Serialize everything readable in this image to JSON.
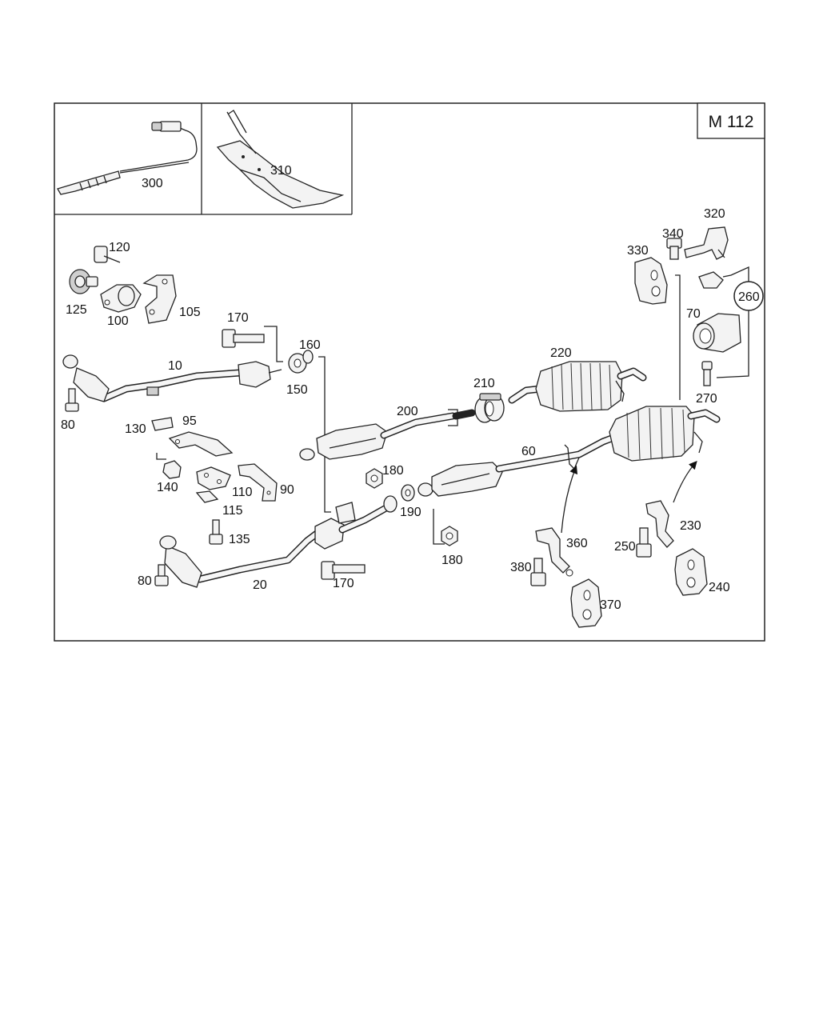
{
  "model_code": "M 112",
  "callouts": [
    {
      "id": "c300",
      "text": "300"
    },
    {
      "id": "c310",
      "text": "310"
    },
    {
      "id": "c120",
      "text": "120"
    },
    {
      "id": "c125",
      "text": "125"
    },
    {
      "id": "c100",
      "text": "100"
    },
    {
      "id": "c105",
      "text": "105"
    },
    {
      "id": "c170a",
      "text": "170"
    },
    {
      "id": "c160",
      "text": "160"
    },
    {
      "id": "c150",
      "text": "150"
    },
    {
      "id": "c10",
      "text": "10"
    },
    {
      "id": "c80a",
      "text": "80"
    },
    {
      "id": "c130",
      "text": "130"
    },
    {
      "id": "c95",
      "text": "95"
    },
    {
      "id": "c140",
      "text": "140"
    },
    {
      "id": "c110",
      "text": "110"
    },
    {
      "id": "c90",
      "text": "90"
    },
    {
      "id": "c115",
      "text": "115"
    },
    {
      "id": "c135",
      "text": "135"
    },
    {
      "id": "c80b",
      "text": "80"
    },
    {
      "id": "c20",
      "text": "20"
    },
    {
      "id": "c170b",
      "text": "170"
    },
    {
      "id": "c180a",
      "text": "180"
    },
    {
      "id": "c190",
      "text": "190"
    },
    {
      "id": "c180b",
      "text": "180"
    },
    {
      "id": "c200",
      "text": "200"
    },
    {
      "id": "c210",
      "text": "210"
    },
    {
      "id": "c220",
      "text": "220"
    },
    {
      "id": "c60",
      "text": "60"
    },
    {
      "id": "c330",
      "text": "330"
    },
    {
      "id": "c340",
      "text": "340"
    },
    {
      "id": "c320",
      "text": "320"
    },
    {
      "id": "c260",
      "text": "260"
    },
    {
      "id": "c70",
      "text": "70"
    },
    {
      "id": "c270",
      "text": "270"
    },
    {
      "id": "c360",
      "text": "360"
    },
    {
      "id": "c380",
      "text": "380"
    },
    {
      "id": "c370",
      "text": "370"
    },
    {
      "id": "c230",
      "text": "230"
    },
    {
      "id": "c250",
      "text": "250"
    },
    {
      "id": "c240",
      "text": "240"
    }
  ]
}
